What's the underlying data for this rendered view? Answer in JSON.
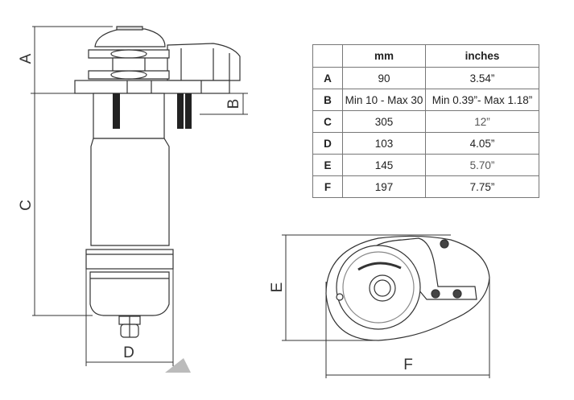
{
  "drawing": {
    "labels": {
      "a": "A",
      "b": "B",
      "c": "C",
      "d": "D",
      "e": "E",
      "f": "F"
    }
  },
  "table": {
    "headers": [
      "",
      "mm",
      "inches"
    ],
    "rows": [
      {
        "key": "A",
        "mm": "90",
        "inches": "3.54”"
      },
      {
        "key": "B",
        "mm": "Min 10 - Max 30",
        "inches": "Min 0.39”- Max 1.18”"
      },
      {
        "key": "C",
        "mm": "305",
        "inches": "12”"
      },
      {
        "key": "D",
        "mm": "103",
        "inches": "4.05”"
      },
      {
        "key": "E",
        "mm": "145",
        "inches": "5.70”"
      },
      {
        "key": "F",
        "mm": "197",
        "inches": "7.75”"
      }
    ]
  }
}
